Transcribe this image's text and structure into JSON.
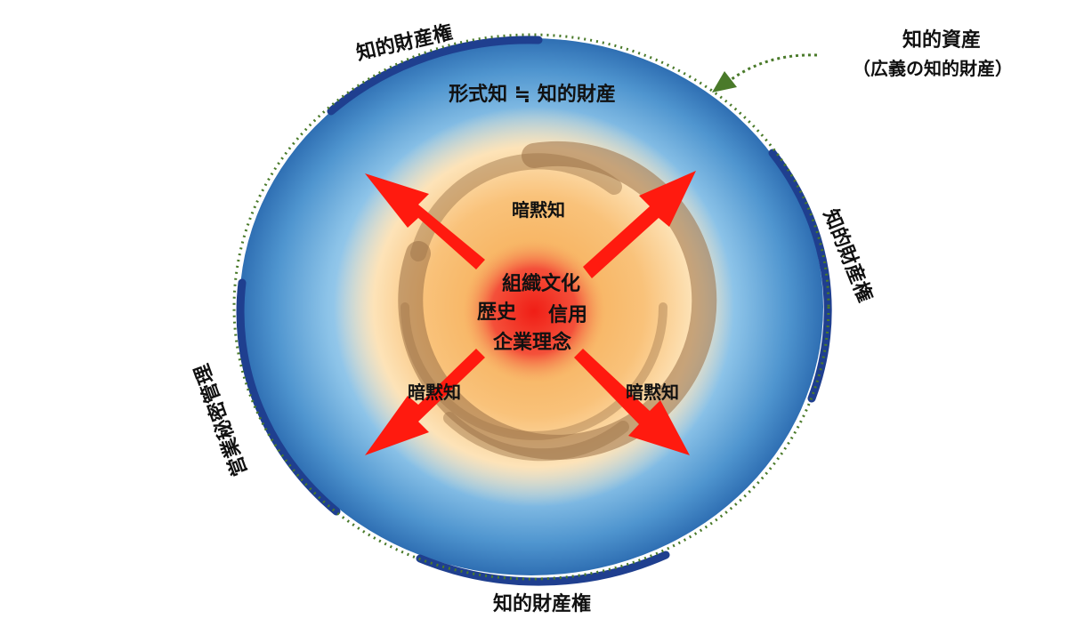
{
  "title": {
    "main": "知的資産",
    "sub": "（広義の知的財産）"
  },
  "formal_knowledge": "形式知 ≒ 知的財産",
  "ip_rights": {
    "top": "知的財産権",
    "right": "知的財産権",
    "bottom": "知的財産権"
  },
  "trade_secret": "営業秘密管理",
  "tacit_knowledge": {
    "top": "暗黙知",
    "left": "暗黙知",
    "right": "暗黙知"
  },
  "core": {
    "line1": "組織文化",
    "left": "歴史",
    "right": "信用",
    "line3": "企業理念"
  },
  "colors": {
    "outer_blue": "#3b7dbf",
    "inner_orange": "#f7b25a",
    "core_red": "#f23a2e",
    "arrow_red": "#ff1a0f",
    "band_navy": "#1f3f8f",
    "dotted_green": "#4a7a2a"
  },
  "icons": {
    "arrows": "outward-red-arrow",
    "pointer": "dotted-green-arrow"
  }
}
